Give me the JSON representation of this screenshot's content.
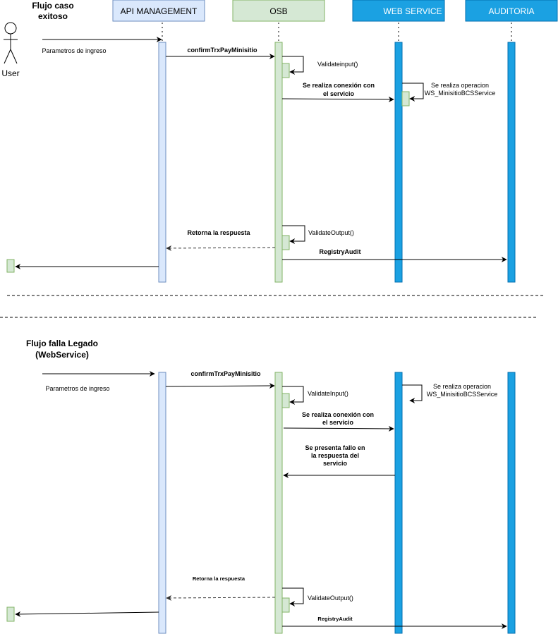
{
  "colors": {
    "api_fill": "#dae8fc",
    "api_stroke": "#6c8ebf",
    "osb_fill": "#d5e8d4",
    "osb_stroke": "#82b366",
    "ws_fill": "#1ba1e2",
    "ws_stroke": "#006eaf",
    "text_on_blue": "#ffffff",
    "line": "#000000",
    "dashed": "#333333"
  },
  "participants": {
    "api": "API MANAGEMENT",
    "osb": "OSB",
    "ws": "WEB SERVICE",
    "aud": "AUDITORIA"
  },
  "actor": {
    "label": "User"
  },
  "flow1": {
    "title_line1": "Flujo caso",
    "title_line2": "exitoso",
    "param_label": "Parametros de ingreso",
    "msg_confirm": "confirmTrxPayMinisitio",
    "self_validate": "Validateinput()",
    "conn_line1": "Se realiza conexión con",
    "conn_line2": "el servicio",
    "ws_op_line1": "Se realiza  operacion",
    "ws_op_line2": "WS_MinisitioBCSService",
    "self_output": "ValidateOutput()",
    "return_label": "Retorna la respuesta",
    "audit_label": "RegistryAudit"
  },
  "flow2": {
    "title_line1": "Flujo falla Legado",
    "title_line2": "(WebService)",
    "param_label": "Parametros de ingreso",
    "msg_confirm": "confirmTrxPayMinisitio",
    "self_validate": "ValidateInput()",
    "conn_line1": "Se realiza conexión con",
    "conn_line2": "el servicio",
    "ws_op_line1": "Se realiza operacion",
    "ws_op_line2": "WS_MinisitioBCSService",
    "fail_line1": "Se presenta fallo en",
    "fail_line2": "la respuesta del",
    "fail_line3": "servicio",
    "self_output": "ValidateOutput()",
    "return_label": "Retorna la respuesta",
    "audit_label": "RegistryAudit"
  }
}
